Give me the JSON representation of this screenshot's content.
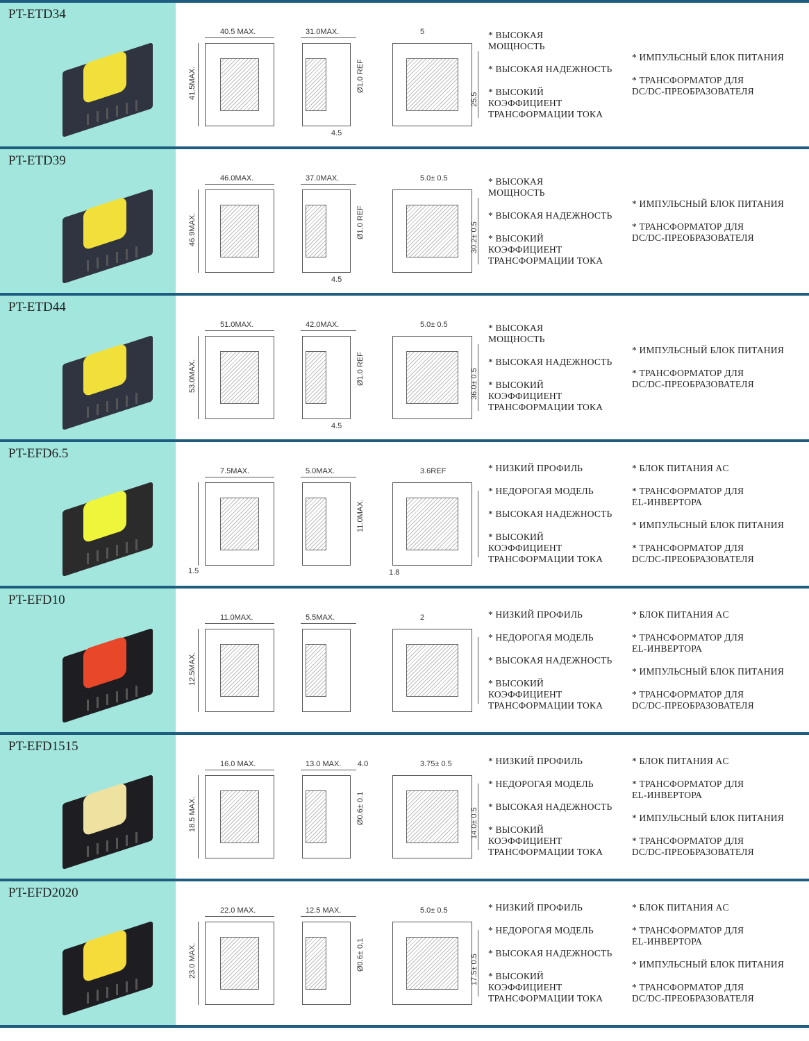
{
  "products": [
    {
      "name": "PT-ETD34",
      "coil_color": "#f2e03a",
      "body_color": "#2f3440",
      "dims": {
        "front_top": "40.5 MAX.",
        "front_left": "41.5MAX.",
        "side_top": "31.0MAX.",
        "side_right": "Ø1.0 REF",
        "side_bottom": "4.5",
        "back_top": "5",
        "back_right": "25.5"
      },
      "features": [
        "* ВЫСОКАЯ\nМОЩНОСТЬ",
        "* ВЫСОКАЯ НАДЕЖНОСТЬ",
        "* ВЫСОКИЙ\nКОЭФФИЦИЕНТ\nТРАНСФОРМАЦИИ ТОКА"
      ],
      "applications": [
        "* ИМПУЛЬСНЫЙ БЛОК ПИТАНИЯ",
        "* ТРАНСФОРМАТОР ДЛЯ\nDC/DC-ПРЕОБРАЗОВАТЕЛЯ"
      ]
    },
    {
      "name": "PT-ETD39",
      "coil_color": "#f2e03a",
      "body_color": "#2f3440",
      "dims": {
        "front_top": "46.0MAX.",
        "front_left": "46.9MAX.",
        "side_top": "37.0MAX.",
        "side_right": "Ø1.0 REF",
        "side_bottom": "4.5",
        "back_top": "5.0± 0.5",
        "back_right": "30.2± 0.5"
      },
      "features": [
        "* ВЫСОКАЯ\nМОЩНОСТЬ",
        "* ВЫСОКАЯ НАДЕЖНОСТЬ",
        "* ВЫСОКИЙ\nКОЭФФИЦИЕНТ\nТРАНСФОРМАЦИИ ТОКА"
      ],
      "applications": [
        "* ИМПУЛЬСНЫЙ БЛОК ПИТАНИЯ",
        "* ТРАНСФОРМАТОР ДЛЯ\nDC/DC-ПРЕОБРАЗОВАТЕЛЯ"
      ]
    },
    {
      "name": "PT-ETD44",
      "coil_color": "#f2e03a",
      "body_color": "#2f3440",
      "dims": {
        "front_top": "51.0MAX.",
        "front_left": "53.0MAX.",
        "side_top": "42.0MAX.",
        "side_right": "Ø1.0 REF",
        "side_bottom": "4.5",
        "back_top": "5.0± 0.5",
        "back_right": "36.0± 0.5"
      },
      "features": [
        "* ВЫСОКАЯ\nМОЩНОСТЬ",
        "* ВЫСОКАЯ НАДЕЖНОСТЬ",
        "* ВЫСОКИЙ\nКОЭФФИЦИЕНТ\nТРАНСФОРМАЦИИ ТОКА"
      ],
      "applications": [
        "* ИМПУЛЬСНЫЙ БЛОК ПИТАНИЯ",
        "* ТРАНСФОРМАТОР ДЛЯ\nDC/DC-ПРЕОБРАЗОВАТЕЛЯ"
      ]
    },
    {
      "name": "PT-EFD6.5",
      "coil_color": "#eef53a",
      "body_color": "#2b2b2b",
      "dims": {
        "front_top": "7.5MAX.",
        "front_bottom": "1.5",
        "side_top": "5.0MAX.",
        "side_right": "11.0MAX.",
        "back_top": "3.6REF",
        "back_bottom": "1.8"
      },
      "features": [
        "* НИЗКИЙ ПРОФИЛЬ",
        "* НЕДОРОГАЯ МОДЕЛЬ",
        "* ВЫСОКАЯ НАДЕЖНОСТЬ",
        "* ВЫСОКИЙ\nКОЭФФИЦИЕНТ\nТРАНСФОРМАЦИИ ТОКА"
      ],
      "applications": [
        "* БЛОК ПИТАНИЯ AC",
        "* ТРАНСФОРМАТОР ДЛЯ\nEL-ИНВЕРТОРА",
        "* ИМПУЛЬСНЫЙ БЛОК ПИТАНИЯ",
        "* ТРАНСФОРМАТОР ДЛЯ\nDC/DC-ПРЕОБРАЗОВАТЕЛЯ"
      ]
    },
    {
      "name": "PT-EFD10",
      "coil_color": "#e8472a",
      "body_color": "#1e1e22",
      "dims": {
        "front_top": "11.0MAX.",
        "front_left": "12.5MAX.",
        "side_top": "5.5MAX.",
        "back_top": "2"
      },
      "features": [
        "* НИЗКИЙ ПРОФИЛЬ",
        "* НЕДОРОГАЯ МОДЕЛЬ",
        "* ВЫСОКАЯ НАДЕЖНОСТЬ",
        "* ВЫСОКИЙ\nКОЭФФИЦИЕНТ\nТРАНСФОРМАЦИИ ТОКА"
      ],
      "applications": [
        "* БЛОК ПИТАНИЯ AC",
        "* ТРАНСФОРМАТОР ДЛЯ\nEL-ИНВЕРТОРА",
        "* ИМПУЛЬСНЫЙ БЛОК ПИТАНИЯ",
        "* ТРАНСФОРМАТОР ДЛЯ\nDC/DC-ПРЕОБРАЗОВАТЕЛЯ"
      ]
    },
    {
      "name": "PT-EFD1515",
      "coil_color": "#efe2a0",
      "body_color": "#1e1e22",
      "dims": {
        "front_top": "16.0 MAX.",
        "front_left": "18.5 MAX.",
        "side_top": "13.0 MAX.",
        "side_top_right": "4.0",
        "side_right": "Ø0.6± 0.1",
        "back_top": "3.75± 0.5",
        "back_right": "14.0± 0.5"
      },
      "features": [
        "* НИЗКИЙ ПРОФИЛЬ",
        "* НЕДОРОГАЯ МОДЕЛЬ",
        "* ВЫСОКАЯ НАДЕЖНОСТЬ",
        "* ВЫСОКИЙ\nКОЭФФИЦИЕНТ\nТРАНСФОРМАЦИИ ТОКА"
      ],
      "applications": [
        "* БЛОК ПИТАНИЯ AC",
        "* ТРАНСФОРМАТОР ДЛЯ\nEL-ИНВЕРТОРА",
        "* ИМПУЛЬСНЫЙ БЛОК ПИТАНИЯ",
        "* ТРАНСФОРМАТОР ДЛЯ\nDC/DC-ПРЕОБРАЗОВАТЕЛЯ"
      ]
    },
    {
      "name": "PT-EFD2020",
      "coil_color": "#f5dc3a",
      "body_color": "#1e1e22",
      "dims": {
        "front_top": "22.0 MAX.",
        "front_left": "23.0 MAX.",
        "side_top": "12.5 MAX.",
        "side_right": "Ø0.6± 0.1",
        "back_top": "5.0± 0.5",
        "back_right": "17.5± 0.5"
      },
      "features": [
        "* НИЗКИЙ ПРОФИЛЬ",
        "* НЕДОРОГАЯ МОДЕЛЬ",
        "* ВЫСОКАЯ НАДЕЖНОСТЬ",
        "* ВЫСОКИЙ\nКОЭФФИЦИЕНТ\nТРАНСФОРМАЦИИ ТОКА"
      ],
      "applications": [
        "* БЛОК ПИТАНИЯ AC",
        "* ТРАНСФОРМАТОР ДЛЯ\nEL-ИНВЕРТОРА",
        "* ИМПУЛЬСНЫЙ БЛОК ПИТАНИЯ",
        "* ТРАНСФОРМАТОР ДЛЯ\nDC/DC-ПРЕОБРАЗОВАТЕЛЯ"
      ]
    }
  ]
}
